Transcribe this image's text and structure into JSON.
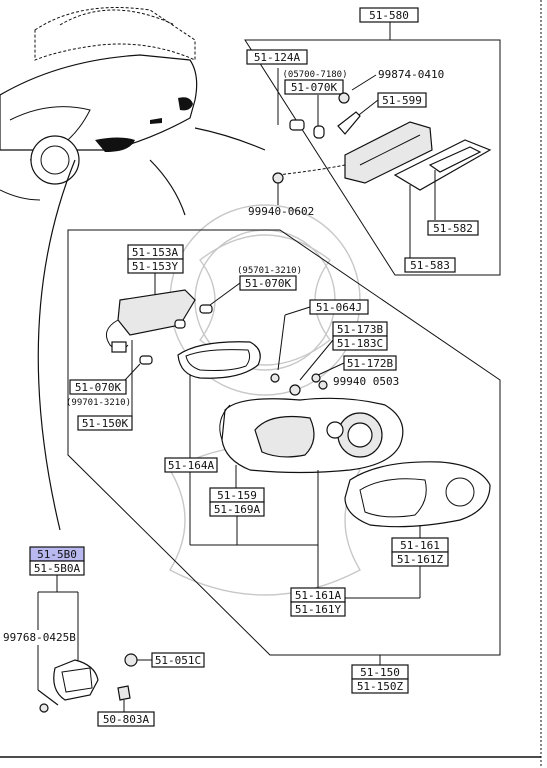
{
  "labels": {
    "p51_580": "51-580",
    "p51_124A": "51-124A",
    "note_05700_7180": "(05700-7180)",
    "p51_070K_top": "51-070K",
    "p99874_0410": "99874-0410",
    "p51_599": "51-599",
    "p99940_0602": "99940-0602",
    "p51_582": "51-582",
    "p51_583": "51-583",
    "p51_153A": "51-153A",
    "p51_153Y": "51-153Y",
    "note_95701_3210": "(95701-3210)",
    "p51_070K_mid": "51-070K",
    "p51_064J": "51-064J",
    "p51_173B": "51-173B",
    "p51_183C": "51-183C",
    "p51_172B": "51-172B",
    "p99940_0503": "99940 0503",
    "p51_070K_low": "51-070K",
    "note_99701_3210": "(99701-3210)",
    "p51_150K": "51-150K",
    "p51_164A": "51-164A",
    "p51_159": "51-159",
    "p51_169A": "51-169A",
    "p51_161": "51-161",
    "p51_161Z": "51-161Z",
    "p51_161A": "51-161A",
    "p51_161Y": "51-161Y",
    "p51_150": "51-150",
    "p51_150Z": "51-150Z",
    "p51_5B0": "51-5B0",
    "p51_5B0A": "51-5B0A",
    "p99768_0425B": "99768-0425B",
    "p51_051C": "51-051C",
    "p50_803A": "50-803A"
  },
  "colors": {
    "line": "#111111",
    "highlight": "#b9b9f0",
    "watermark": "#c8c8c8"
  }
}
